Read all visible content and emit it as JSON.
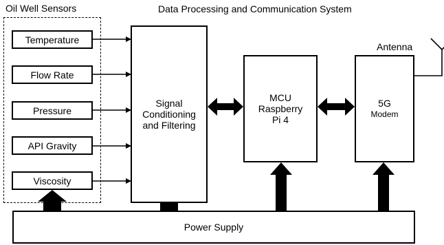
{
  "titles": {
    "sensors": "Oil Well Sensors",
    "system": "Data Processing and Communication System"
  },
  "sensors": [
    {
      "label": "Temperature"
    },
    {
      "label": "Flow Rate"
    },
    {
      "label": "Pressure"
    },
    {
      "label": "API Gravity"
    },
    {
      "label": "Viscosity"
    }
  ],
  "signal_block": {
    "line1": "Signal",
    "line2": "Conditioning",
    "line3": "and Filtering"
  },
  "mcu_block": {
    "line1": "MCU",
    "line2": "Raspberry",
    "line3": "Pi 4"
  },
  "modem_block": {
    "line1": "5G",
    "line2": "Modem"
  },
  "antenna_label": "Antenna",
  "power_supply_label": "Power Supply"
}
